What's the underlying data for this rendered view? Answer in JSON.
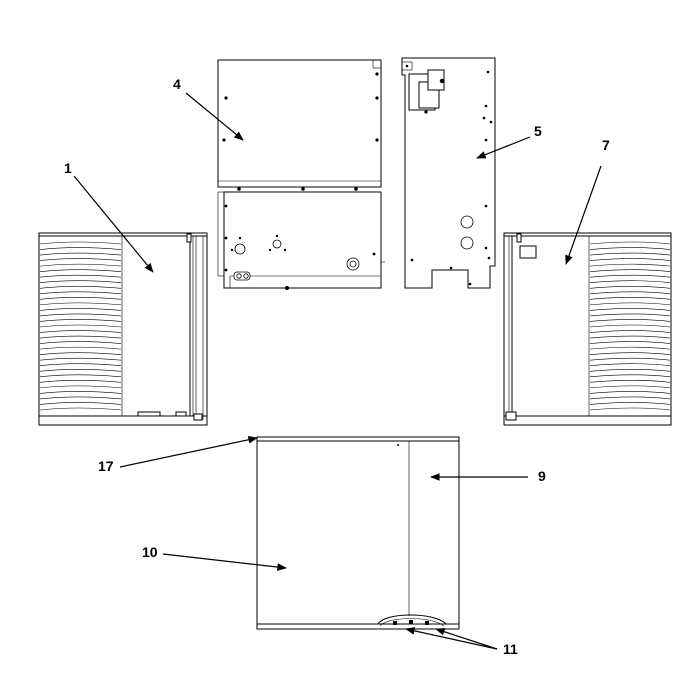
{
  "callouts": {
    "c1": "1",
    "c4": "4",
    "c5": "5",
    "c7": "7",
    "c9": "9",
    "c10": "10",
    "c11": "11",
    "c17": "17"
  }
}
